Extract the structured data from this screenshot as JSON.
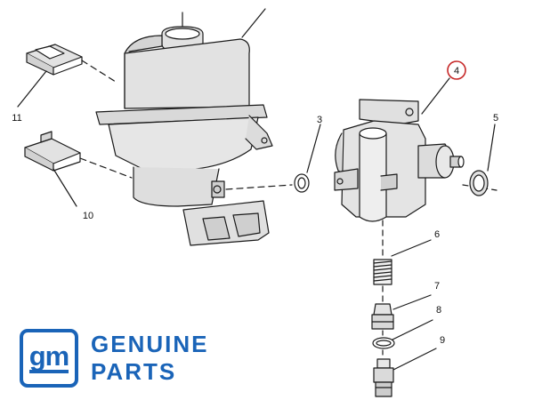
{
  "callouts": {
    "c3": "3",
    "c4": "4",
    "c5": "5",
    "c6": "6",
    "c7": "7",
    "c8": "8",
    "c9": "9",
    "c10": "10",
    "c11": "11"
  },
  "brand": {
    "logo_text": "gm",
    "line1": "GENUINE",
    "line2": "PARTS"
  },
  "colors": {
    "brand_blue": "#1a64b8",
    "highlight_circle": "#c62828",
    "part_fill": "#e2e2e2",
    "line": "#1a1a1a"
  }
}
